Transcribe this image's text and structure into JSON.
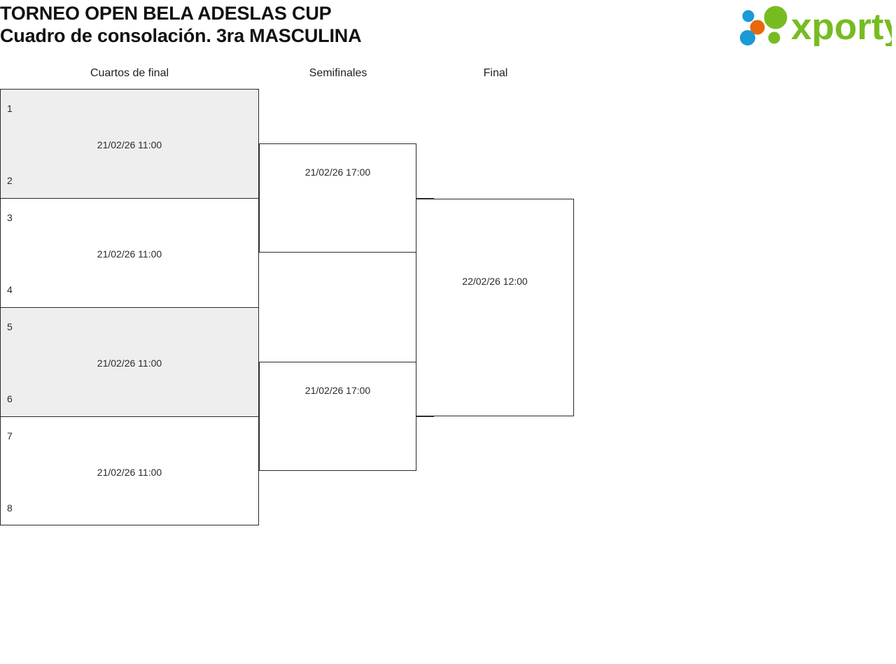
{
  "header": {
    "title_line1": "TORNEO OPEN BELA ADESLAS CUP",
    "title_line2": "Cuadro de consolación. 3ra MASCULINA",
    "logo_text": "xporty"
  },
  "colors": {
    "logo_green": "#76bc21",
    "logo_blue": "#1b9ad6",
    "logo_orange": "#e8690b",
    "cell_shaded": "#eeeeee",
    "line": "#2b2b2b"
  },
  "rounds": [
    {
      "label": "Cuartos de final"
    },
    {
      "label": "Semifinales"
    },
    {
      "label": "Final"
    }
  ],
  "bracket": {
    "quarterfinals": [
      {
        "seed_top": "1",
        "seed_bottom": "2",
        "datetime": "21/02/26 11:00",
        "shaded": true
      },
      {
        "seed_top": "3",
        "seed_bottom": "4",
        "datetime": "21/02/26 11:00",
        "shaded": false
      },
      {
        "seed_top": "5",
        "seed_bottom": "6",
        "datetime": "21/02/26 11:00",
        "shaded": true
      },
      {
        "seed_top": "7",
        "seed_bottom": "8",
        "datetime": "21/02/26 11:00",
        "shaded": false
      }
    ],
    "semifinals": [
      {
        "datetime": "21/02/26 17:00"
      },
      {
        "datetime": "21/02/26 17:00"
      }
    ],
    "final": {
      "datetime": "22/02/26 12:00"
    }
  }
}
